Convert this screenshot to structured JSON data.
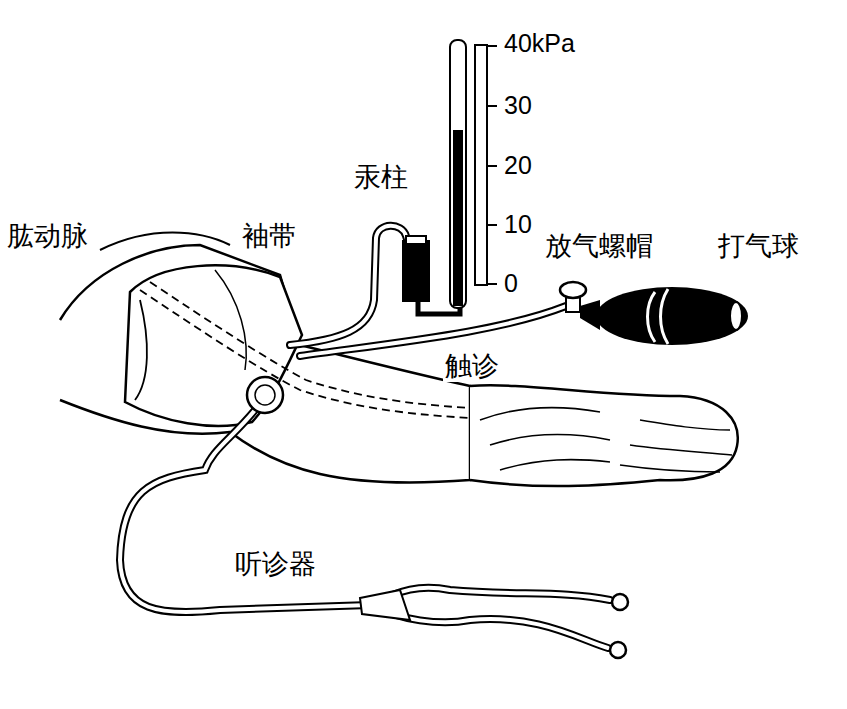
{
  "diagram": {
    "labels": [
      "肱动脉",
      "袖带",
      "汞柱",
      "放气螺帽",
      "打气球",
      "触诊",
      "听诊器",
      "40kPa",
      "30",
      "20",
      "10",
      "0"
    ]
  }
}
